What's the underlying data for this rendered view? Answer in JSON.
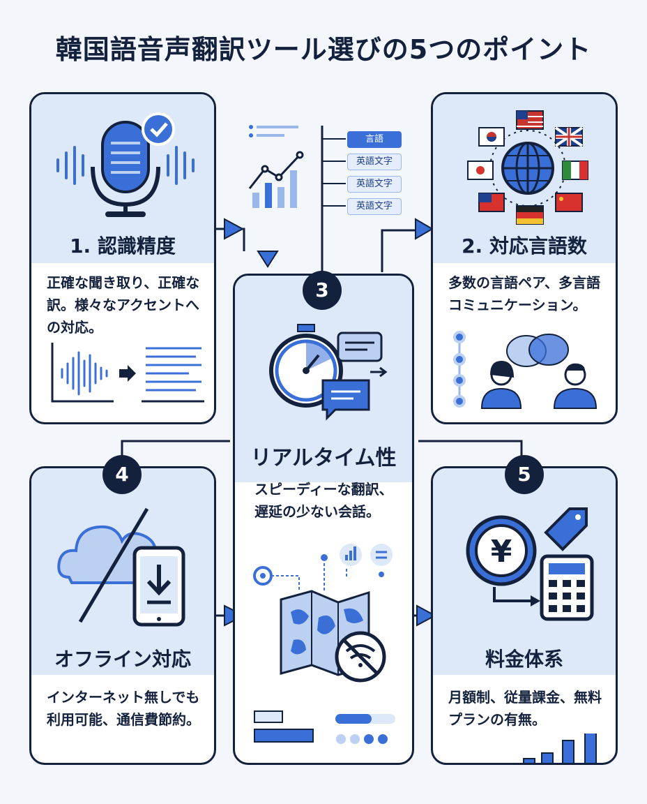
{
  "title": "韓国語音声翻訳ツール選びの5つのポイント",
  "cards": {
    "c1": {
      "title": "1. 認識精度",
      "text": "正確な聞き取り、正確な訳。様々なアクセントへの対応。"
    },
    "c2": {
      "title": "2. 対応言語数",
      "text": "多数の言語ペア、多言語コミュニケーション。"
    },
    "c3": {
      "number": "3",
      "title": "リアルタイム性",
      "text": "スピーディーな翻訳、遅延の少ない会話。"
    },
    "c4": {
      "number": "4",
      "title": "オフライン対応",
      "text": "インターネット無しでも利用可能、通信費節約。"
    },
    "c5": {
      "number": "5",
      "title": "料金体系",
      "text": "月額制、従量課金、無料プランの有無。"
    }
  },
  "tags": [
    "言語",
    "英語文字",
    "英語文字",
    "英語文字"
  ],
  "colors": {
    "navy": "#14213d",
    "blue": "#3a6fd8",
    "light": "#dde8f8"
  }
}
